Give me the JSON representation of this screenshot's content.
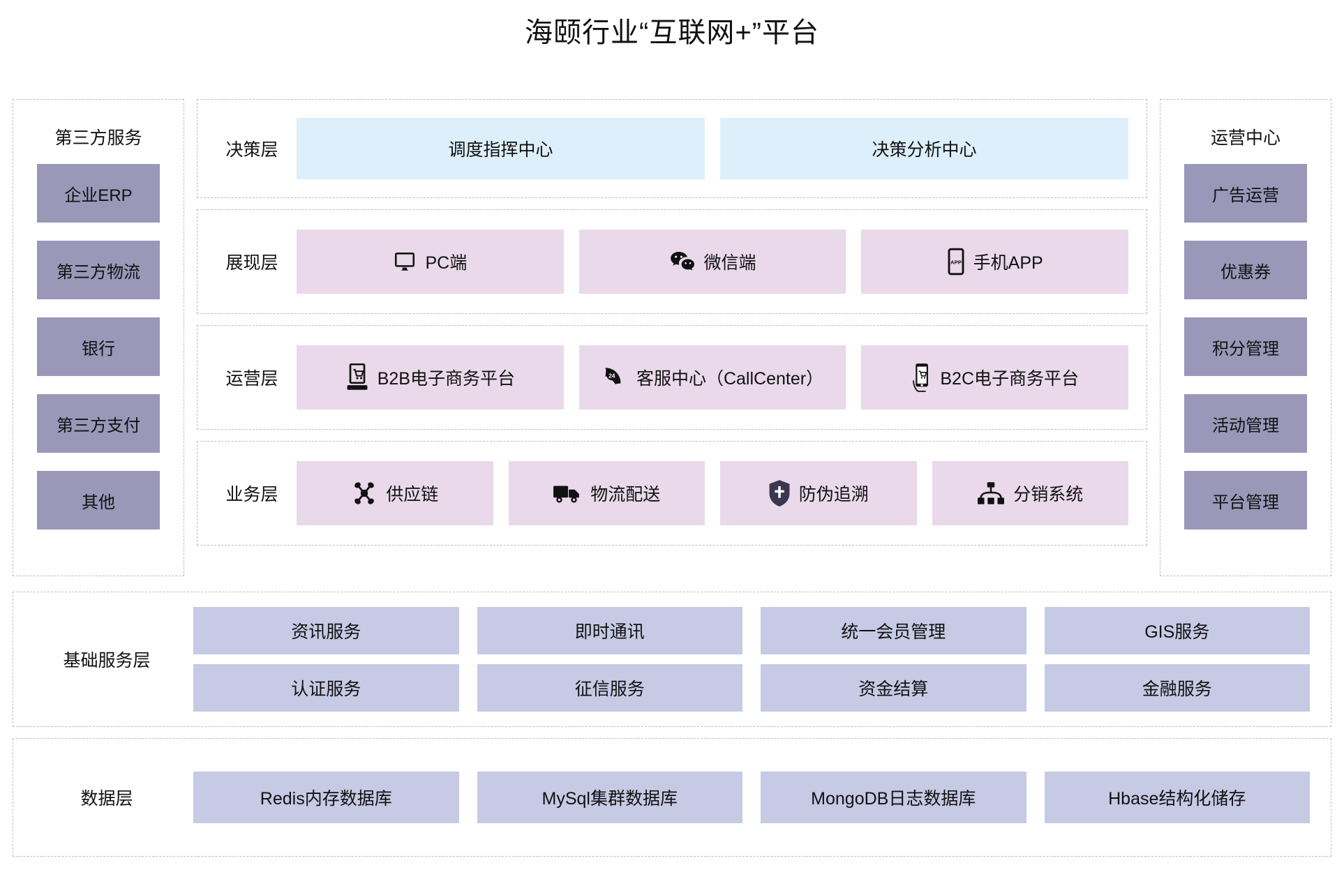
{
  "title": "海颐行业“互联网+”平台",
  "colors": {
    "sidebar_box": "#9a97b8",
    "decision_box": "#ddeffa",
    "layer_box": "#e9d9ea",
    "service_box": "#c6cae4",
    "dashed_border": "#bdbdbd",
    "background": "#ffffff",
    "text": "#111111"
  },
  "left_sidebar": {
    "title": "第三方服务",
    "items": [
      {
        "label": "企业ERP"
      },
      {
        "label": "第三方物流"
      },
      {
        "label": "银行"
      },
      {
        "label": "第三方支付"
      },
      {
        "label": "其他"
      }
    ]
  },
  "right_sidebar": {
    "title": "运营中心",
    "items": [
      {
        "label": "广告运营"
      },
      {
        "label": "优惠券"
      },
      {
        "label": "积分管理"
      },
      {
        "label": "活动管理"
      },
      {
        "label": "平台管理"
      }
    ]
  },
  "layers": [
    {
      "label": "决策层",
      "style": "blue",
      "items": [
        {
          "label": "调度指挥中心",
          "icon": ""
        },
        {
          "label": "决策分析中心",
          "icon": ""
        }
      ]
    },
    {
      "label": "展现层",
      "style": "pink",
      "items": [
        {
          "label": "PC端",
          "icon": "monitor-icon"
        },
        {
          "label": "微信端",
          "icon": "wechat-icon"
        },
        {
          "label": "手机APP",
          "icon": "mobile-app-icon"
        }
      ]
    },
    {
      "label": "运营层",
      "style": "pink",
      "items": [
        {
          "label": "B2B电子商务平台",
          "icon": "desktop-cart-icon"
        },
        {
          "label": "客服中心（CallCenter）",
          "icon": "phone-24-icon"
        },
        {
          "label": "B2C电子商务平台",
          "icon": "mobile-cart-icon"
        }
      ]
    },
    {
      "label": "业务层",
      "style": "pink",
      "items": [
        {
          "label": "供应链",
          "icon": "network-nodes-icon"
        },
        {
          "label": "物流配送",
          "icon": "truck-icon"
        },
        {
          "label": "防伪追溯",
          "icon": "shield-icon"
        },
        {
          "label": "分销系统",
          "icon": "hierarchy-icon"
        }
      ]
    }
  ],
  "base_service_layer": {
    "label": "基础服务层",
    "rows": [
      [
        {
          "label": "资讯服务"
        },
        {
          "label": "即时通讯"
        },
        {
          "label": "统一会员管理"
        },
        {
          "label": "GIS服务"
        }
      ],
      [
        {
          "label": "认证服务"
        },
        {
          "label": "征信服务"
        },
        {
          "label": "资金结算"
        },
        {
          "label": "金融服务"
        }
      ]
    ]
  },
  "data_layer": {
    "label": "数据层",
    "rows": [
      [
        {
          "label": "Redis内存数据库"
        },
        {
          "label": "MySql集群数据库"
        },
        {
          "label": "MongoDB日志数据库"
        },
        {
          "label": "Hbase结构化储存"
        }
      ]
    ]
  }
}
